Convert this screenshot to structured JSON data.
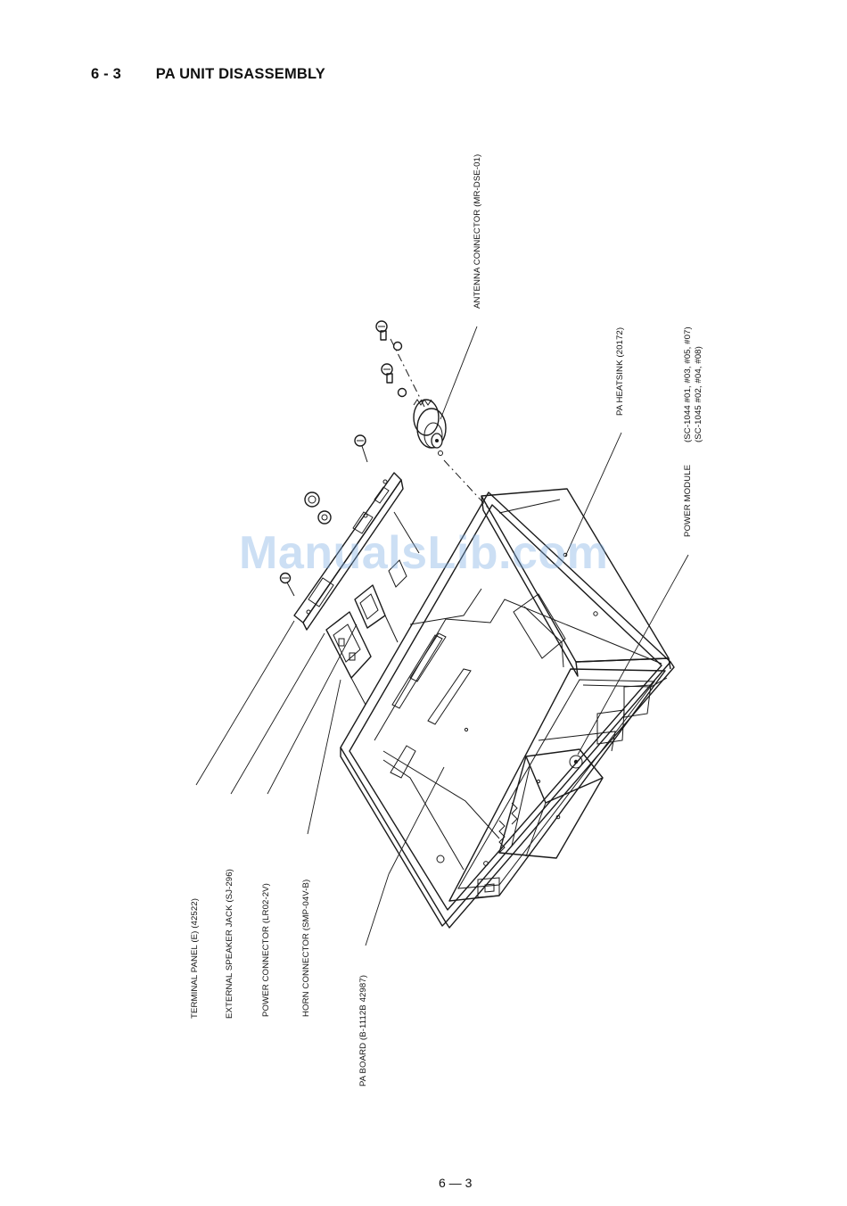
{
  "header": {
    "section_number": "6 - 3",
    "title": "PA UNIT DISASSEMBLY"
  },
  "labels": {
    "terminal_panel": "TERMINAL PANEL (E) (42522)",
    "speaker_jack": "EXTERNAL SPEAKER JACK (SJ-296)",
    "power_connector": "POWER CONNECTOR (LR02-2V)",
    "horn_connector": "HORN CONNECTOR (SMP-04V-B)",
    "pa_board": "PA BOARD (B-1112B 42987)",
    "antenna_connector": "ANTENNA CONNECTOR (MR-DSE-01)",
    "pa_heatsink": "PA HEATSINK (20172)",
    "power_module_name": "POWER MODULE",
    "power_module_line1": "(SC-1044 #01, #03, #05, #07)",
    "power_module_line2": "(SC-1045 #02, #04, #08)"
  },
  "watermark": "ManualsLib.com",
  "footer": {
    "page_number": "6 — 3"
  }
}
